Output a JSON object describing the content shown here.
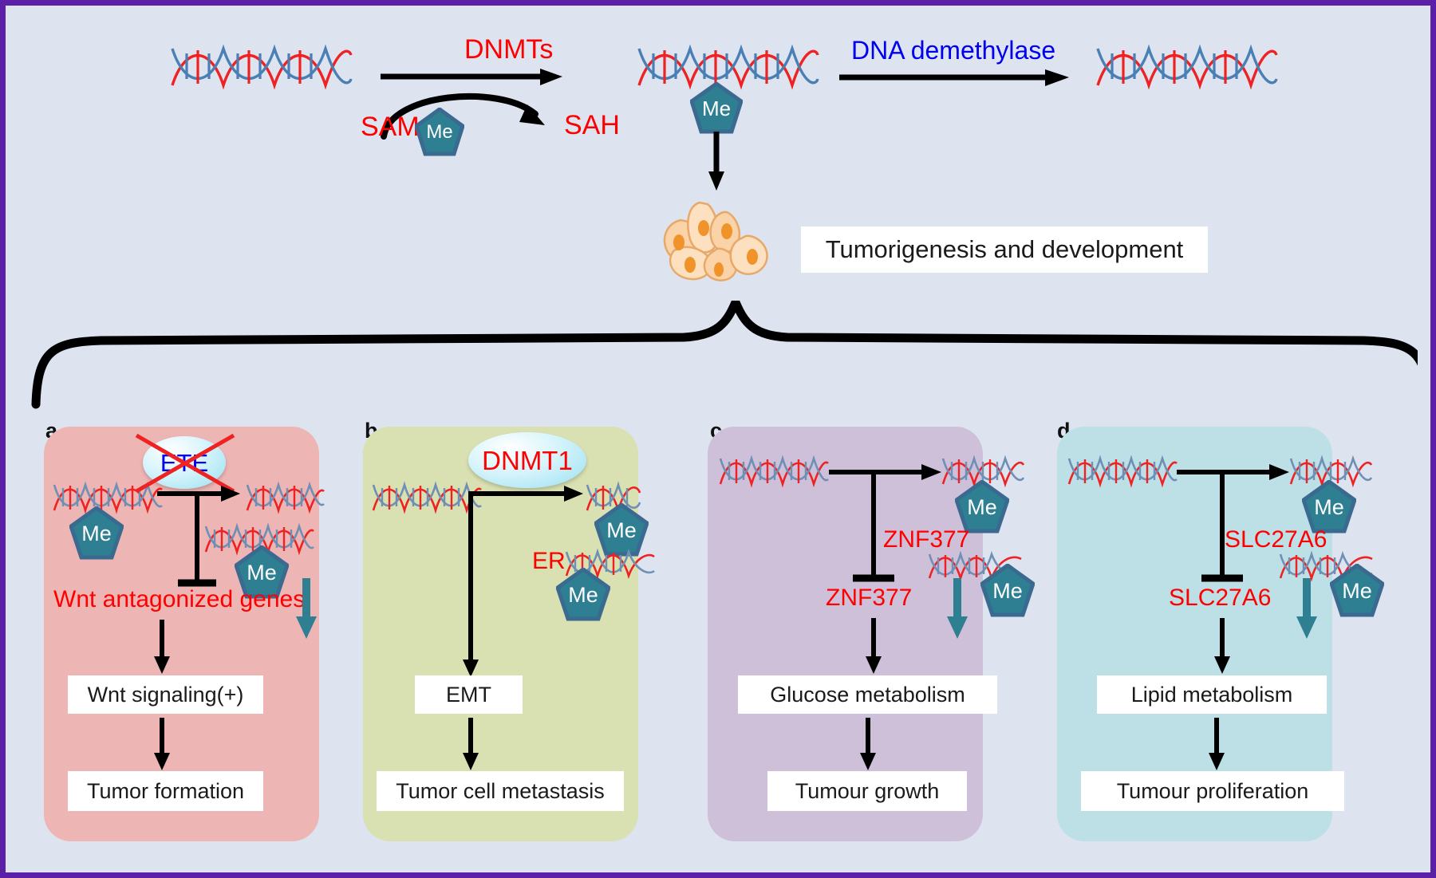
{
  "figure": {
    "background_color": "#dde4f0",
    "border_color": "#5b1fa8"
  },
  "top_pathway": {
    "enzyme_forward_label": "DNMTs",
    "enzyme_reverse_label": "DNA demethylase",
    "cofactor_in_label": "SAM",
    "cofactor_out_label": "SAH",
    "methyl_label": "Me",
    "outcome_label": "Tumorigenesis and development",
    "colors": {
      "enzyme_forward": "#ff0000",
      "enzyme_reverse": "#0000ee",
      "cofactor": "#ff0000",
      "methyl_fill": "#2e7f92",
      "methyl_stroke": "#3a6a8f"
    }
  },
  "panels": [
    {
      "letter": "a",
      "background_color": "#edb5b3",
      "enzyme": {
        "label": "ETE",
        "text_color": "#0000ee",
        "crossed_out": true
      },
      "methyl_label": "Me",
      "inhibited_target": "Wnt antagonized genes",
      "inhibited_target_color": "#ff0000",
      "downregulated": true,
      "effect_box": "Wnt signaling(+)",
      "outcome_box": "Tumor formation"
    },
    {
      "letter": "b",
      "background_color": "#d9e0b2",
      "enzyme": {
        "label": "DNMT1",
        "text_color": "#ff0000",
        "crossed_out": false
      },
      "methyl_label": "Me",
      "inhibited_target": "ER",
      "inhibited_target_color": "#ff0000",
      "downregulated": false,
      "effect_box": "EMT",
      "outcome_box": "Tumor cell metastasis"
    },
    {
      "letter": "c",
      "background_color": "#cfc0da",
      "enzyme": {
        "label": "",
        "text_color": "#ff0000",
        "crossed_out": false
      },
      "methyl_label": "Me",
      "gene_label_upper": "ZNF377",
      "inhibited_target": "ZNF377",
      "inhibited_target_color": "#ff0000",
      "downregulated": true,
      "effect_box": "Glucose metabolism",
      "outcome_box": "Tumour growth"
    },
    {
      "letter": "d",
      "background_color": "#bde0e6",
      "enzyme": {
        "label": "",
        "text_color": "#ff0000",
        "crossed_out": false
      },
      "methyl_label": "Me",
      "gene_label_upper": "SLC27A6",
      "inhibited_target": "SLC27A6",
      "inhibited_target_color": "#ff0000",
      "downregulated": true,
      "effect_box": "Lipid metabolism",
      "outcome_box": "Tumour proliferation"
    }
  ]
}
